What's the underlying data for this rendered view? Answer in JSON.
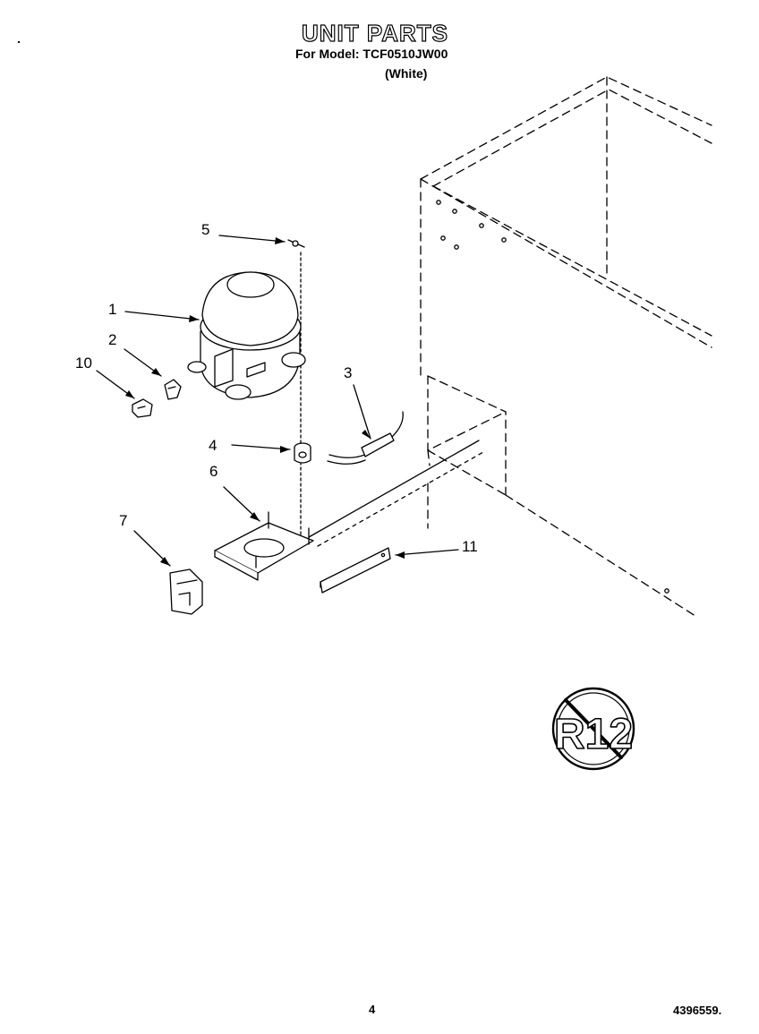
{
  "header": {
    "title": "UNIT PARTS",
    "model_line": "For Model: TCF0510JW00",
    "variant_line": "(White)"
  },
  "callouts": [
    "1",
    "2",
    "3",
    "4",
    "5",
    "6",
    "7",
    "10",
    "11"
  ],
  "badge": {
    "text": "R12"
  },
  "footer": {
    "page_number": "4",
    "document_number": "4396559."
  }
}
